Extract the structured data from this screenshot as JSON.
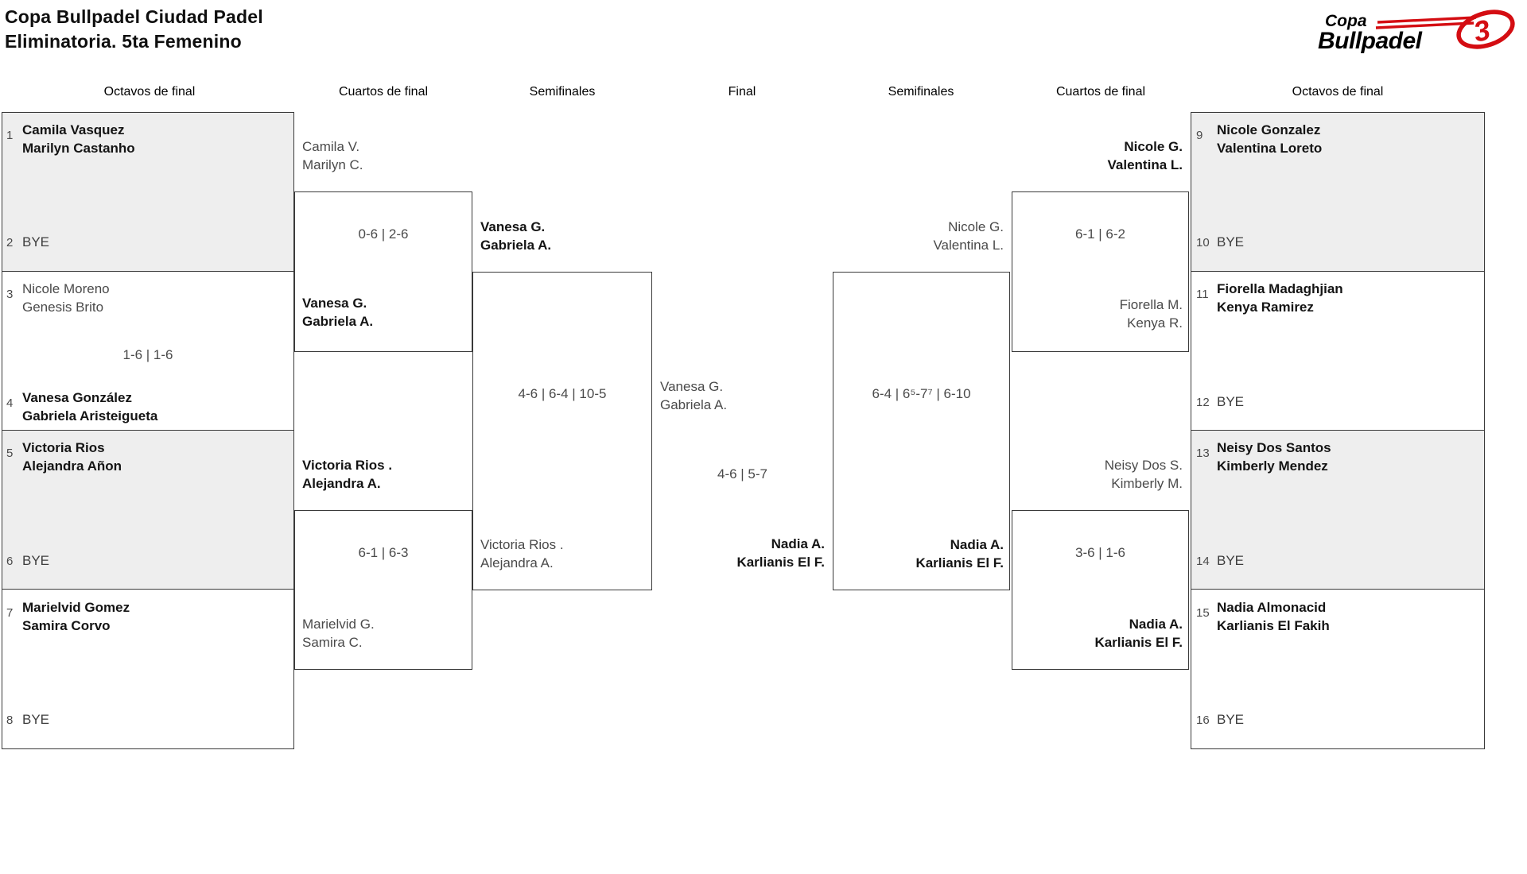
{
  "header": {
    "title_line1": "Copa Bullpadel Ciudad Padel",
    "title_line2": "Eliminatoria. 5ta Femenino",
    "logo": {
      "word_top": "Copa",
      "word_bottom": "Bullpadel"
    }
  },
  "colors": {
    "accent_red": "#d40d12",
    "box_fill_alt": "#eeeeee",
    "box_border": "#3a3a3a",
    "text_winner": "#141414",
    "text_secondary": "#4a4a4a"
  },
  "columns": [
    "Octavos de final",
    "Cuartos de final",
    "Semifinales",
    "Final",
    "Semifinales",
    "Cuartos de final",
    "Octavos de final"
  ],
  "rounds": {
    "octavos_left": [
      {
        "seed1": "1",
        "t1l1": "Camila Vasquez",
        "t1l2": "Marilyn Castanho",
        "seed2": "2",
        "bye2": "BYE"
      },
      {
        "seed1": "3",
        "t1l1": "Nicole Moreno",
        "t1l2": "Genesis Brito",
        "score": "1-6 | 1-6",
        "seed2": "4",
        "t2l1": "Vanesa González",
        "t2l2": "Gabriela Aristeigueta"
      },
      {
        "seed1": "5",
        "t1l1": "Victoria Rios",
        "t1l2": "Alejandra Añon",
        "seed2": "6",
        "bye2": "BYE"
      },
      {
        "seed1": "7",
        "t1l1": "Marielvid Gomez",
        "t1l2": "Samira Corvo",
        "seed2": "8",
        "bye2": "BYE"
      }
    ],
    "octavos_right": [
      {
        "seed1": "9",
        "t1l1": "Nicole Gonzalez",
        "t1l2": "Valentina Loreto",
        "seed2": "10",
        "bye2": "BYE"
      },
      {
        "seed1": "11",
        "t1l1": "Fiorella Madaghjian",
        "t1l2": "Kenya Ramirez",
        "seed2": "12",
        "bye2": "BYE"
      },
      {
        "seed1": "13",
        "t1l1": "Neisy Dos Santos",
        "t1l2": "Kimberly Mendez",
        "seed2": "14",
        "bye2": "BYE"
      },
      {
        "seed1": "15",
        "t1l1": "Nadia Almonacid",
        "t1l2": "Karlianis El Fakih",
        "seed2": "16",
        "bye2": "BYE"
      }
    ],
    "cuartos_left": [
      {
        "e1l1": "Camila V.",
        "e1l2": "Marilyn C.",
        "score": "0-6 | 2-6",
        "e2l1": "Vanesa G.",
        "e2l2": "Gabriela A."
      },
      {
        "e1l1": "Victoria Rios .",
        "e1l2": "Alejandra A.",
        "score": "6-1 | 6-3",
        "e2l1": "Marielvid G.",
        "e2l2": "Samira C."
      }
    ],
    "semifinal_left": {
      "e1l1": "Vanesa G.",
      "e1l2": "Gabriela A.",
      "score": "4-6 | 6-4 | 10-5",
      "e2l1": "Victoria Rios .",
      "e2l2": "Alejandra A."
    },
    "final": {
      "e1l1": "Vanesa G.",
      "e1l2": "Gabriela A.",
      "score": "4-6 | 5-7",
      "e2l1": "Nadia A.",
      "e2l2": "Karlianis El F."
    },
    "semifinal_right": {
      "e1l1": "Nicole G.",
      "e1l2": "Valentina L.",
      "score": "6-4 | 6⁵-7⁷ | 6-10",
      "e2l1": "Nadia A.",
      "e2l2": "Karlianis El F."
    },
    "cuartos_right": [
      {
        "e1l1": "Nicole G.",
        "e1l2": "Valentina L.",
        "score": "6-1 | 6-2",
        "e2l1": "Fiorella M.",
        "e2l2": "Kenya R."
      },
      {
        "e1l1": "Neisy Dos S.",
        "e1l2": "Kimberly M.",
        "score": "3-6 | 1-6",
        "e2l1": "Nadia A.",
        "e2l2": "Karlianis El F."
      }
    ]
  }
}
